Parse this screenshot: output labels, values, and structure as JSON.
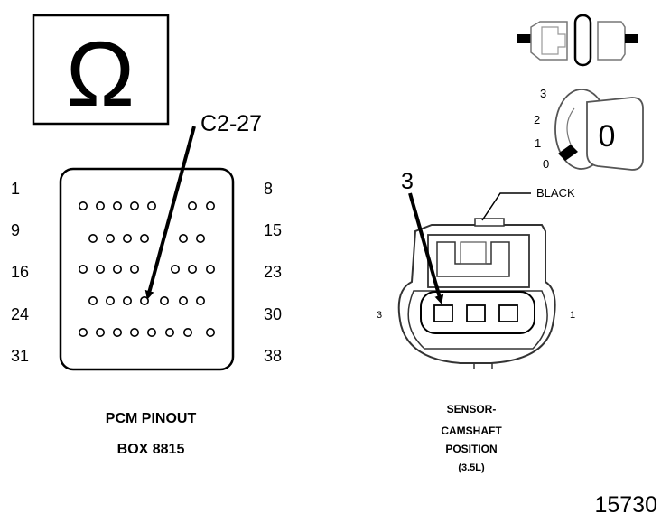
{
  "meter_icon": {
    "symbol": "Ω",
    "icon": "ohm-icon"
  },
  "pcm": {
    "callout": "C2-27",
    "left_numbers": [
      "1",
      "9",
      "16",
      "24",
      "31"
    ],
    "right_numbers": [
      "8",
      "15",
      "23",
      "30",
      "38"
    ],
    "caption_line1": "PCM PINOUT",
    "caption_line2": "BOX 8815"
  },
  "ignition": {
    "positions": [
      "3",
      "2",
      "1",
      "0"
    ],
    "key_position": "0"
  },
  "sensor": {
    "pin_callout": "3",
    "wire_color": "BLACK",
    "left_terminal": "3",
    "right_terminal": "1",
    "caption": [
      "SENSOR-",
      "CAMSHAFT",
      "POSITION",
      "(3.5L)"
    ]
  },
  "figure_number": "15730"
}
